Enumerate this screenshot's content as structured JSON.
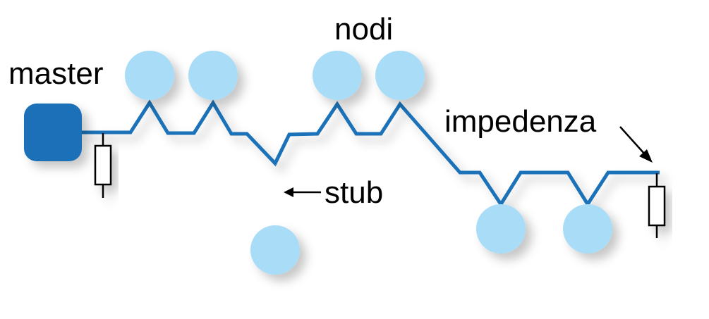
{
  "labels": {
    "master": "master",
    "nodes": "nodi",
    "stub": "stub",
    "impedance": "impedenza"
  },
  "colors": {
    "master": "#1a6fb8",
    "node": "#a8dcf7",
    "bus": "#1e72b8",
    "resistor": "#000000"
  }
}
